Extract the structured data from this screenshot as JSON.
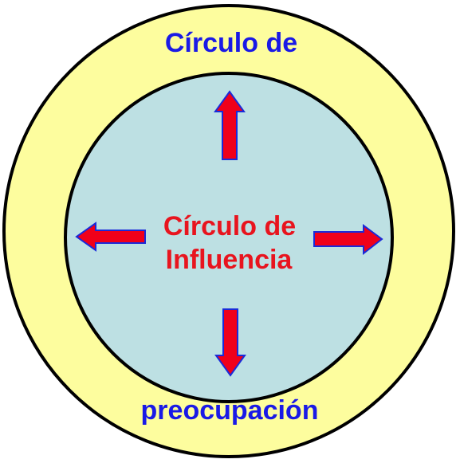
{
  "diagram": {
    "outer_circle": {
      "label_top": "Círculo de",
      "label_bottom": "preocupación",
      "fill": "#fdfd9e",
      "label_color": "#1a1ae6"
    },
    "inner_circle": {
      "label_line1": "Círculo de",
      "label_line2": "Influencia",
      "fill": "#bde0e3",
      "label_color": "#e8141e"
    },
    "arrows": {
      "fill": "#f0001a",
      "stroke": "#1a2ad9",
      "directions": [
        "up",
        "down",
        "left",
        "right"
      ]
    },
    "outline_color": "#000000"
  }
}
